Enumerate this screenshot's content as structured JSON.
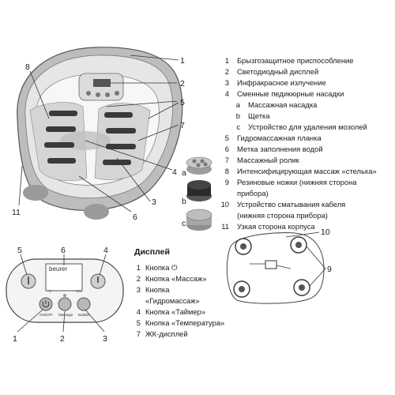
{
  "top_callouts": [
    "1",
    "2",
    "3",
    "4",
    "5",
    "6",
    "7",
    "8",
    "11"
  ],
  "attachment_letters": [
    "a",
    "b",
    "c"
  ],
  "bottom_callouts": [
    "9",
    "10"
  ],
  "legend": [
    {
      "num": "1",
      "text": "Брызгозащитное приспособление"
    },
    {
      "num": "2",
      "text": "Светодиодный дисплей"
    },
    {
      "num": "3",
      "text": "Инфракрасное излучение"
    },
    {
      "num": "4",
      "text": "Сменные педикюрные насадки"
    },
    {
      "num": "a",
      "text": "Массажная насадка"
    },
    {
      "num": "b",
      "text": "Щетка"
    },
    {
      "num": "c",
      "text": "Устройство для удаления мозолей"
    },
    {
      "num": "5",
      "text": "Гидромассажная планка"
    },
    {
      "num": "6",
      "text": "Метка заполнения водой"
    },
    {
      "num": "7",
      "text": "Массажный ролик"
    },
    {
      "num": "8",
      "text": "Интенсифицирующая массаж «стелька»"
    },
    {
      "num": "9",
      "text": "Резиновые ножки (нижняя сторона"
    },
    {
      "num": "",
      "text": "прибора)"
    },
    {
      "num": "10",
      "text": "Устройство сматывания кабеля"
    },
    {
      "num": "",
      "text": "(нижняя сторона прибора)"
    },
    {
      "num": "11",
      "text": "Узкая сторона корпуса"
    }
  ],
  "display": {
    "heading": "Дисплей",
    "items": [
      {
        "num": "1",
        "text": "Кнопка ⏻"
      },
      {
        "num": "2",
        "text": "Кнопка «Массаж»"
      },
      {
        "num": "3",
        "text": "Кнопка"
      },
      {
        "num": "",
        "text": "«Гидромассаж»"
      },
      {
        "num": "4",
        "text": "Кнопка «Таймер»"
      },
      {
        "num": "5",
        "text": "Кнопка «Температура»"
      },
      {
        "num": "7",
        "text": "ЖК-дисплей"
      }
    ],
    "brand": "beurer",
    "button_labels": [
      "ON/OFF",
      "Massage",
      "Bubble"
    ],
    "callouts": [
      "5",
      "6",
      "4",
      "1",
      "2",
      "3"
    ],
    "tick_min": "°C",
    "tick_max": "Min."
  },
  "colors": {
    "body_gray": "#bdbdbd",
    "rim_light": "#e9e9e9",
    "basin_white": "#f7f7f7",
    "roller_dark": "#3a3a3a",
    "line": "#333333"
  }
}
